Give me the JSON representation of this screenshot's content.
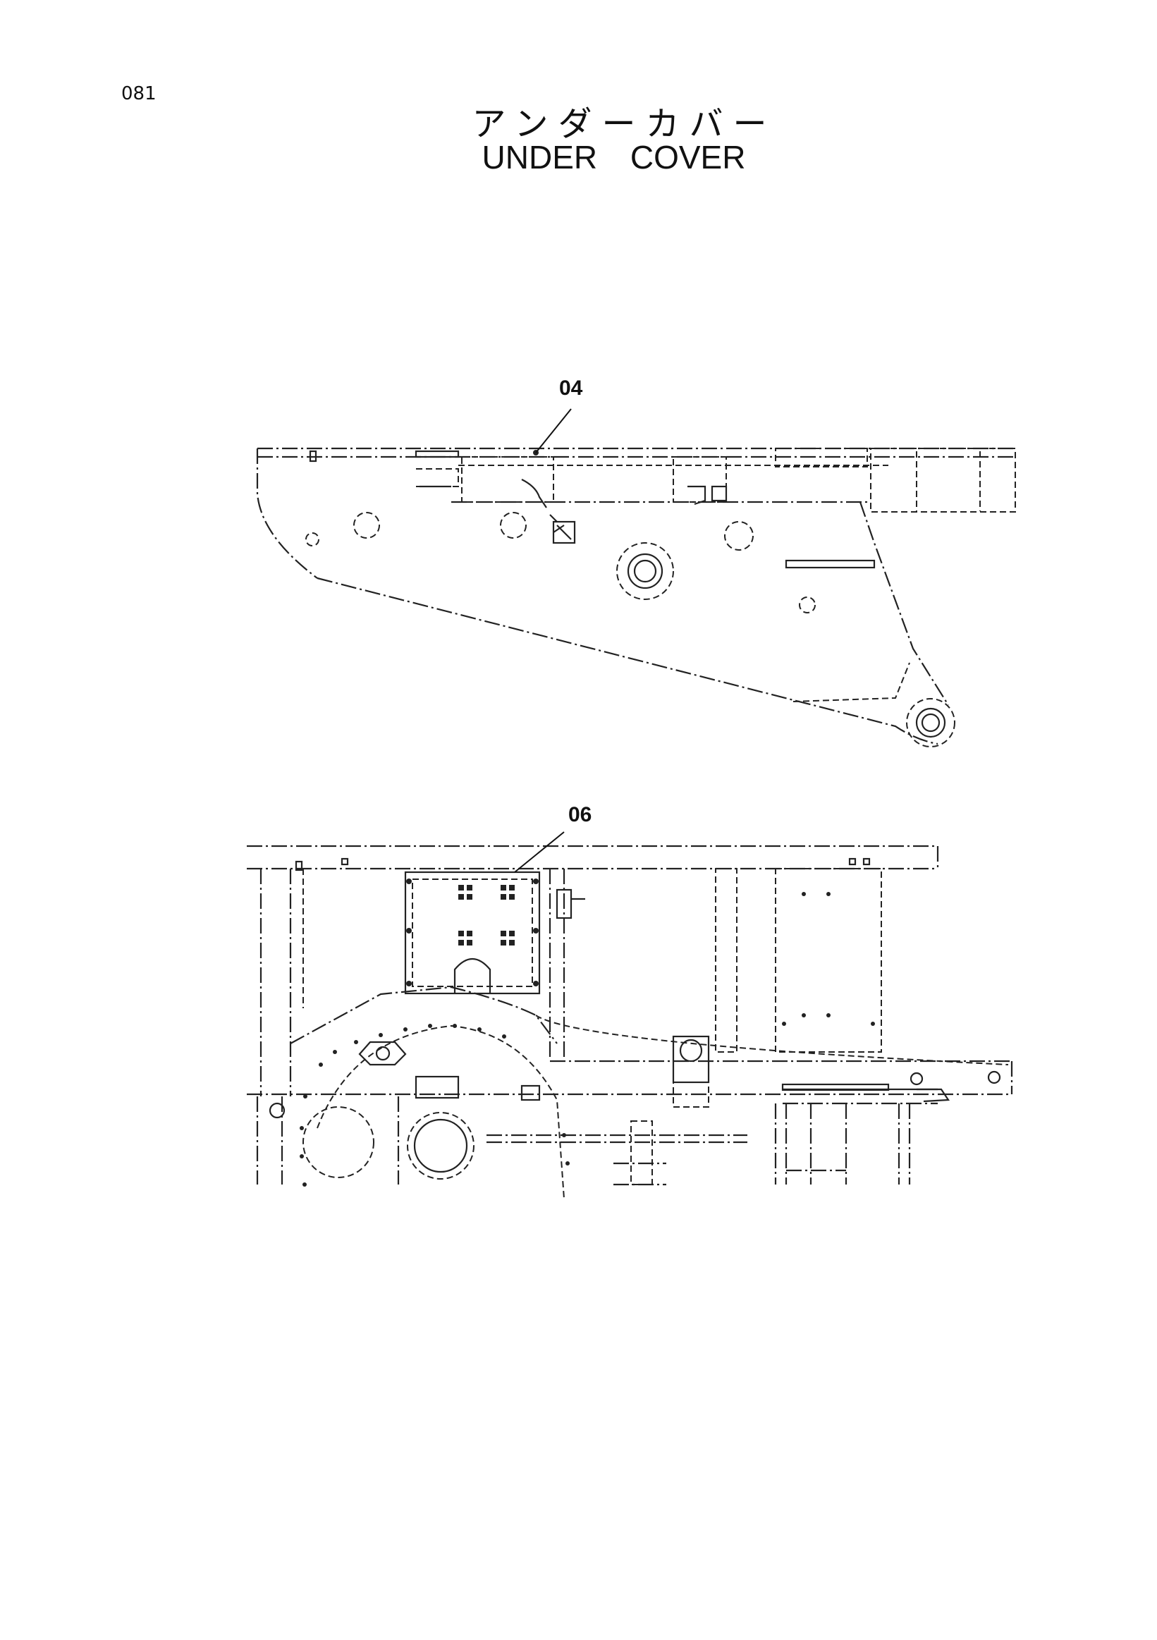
{
  "page_number": "081",
  "title_jp": "アンダーカバー",
  "title_en": "UNDER COVER",
  "callouts": [
    {
      "id": "04",
      "label": "04"
    },
    {
      "id": "06",
      "label": "06"
    }
  ]
}
